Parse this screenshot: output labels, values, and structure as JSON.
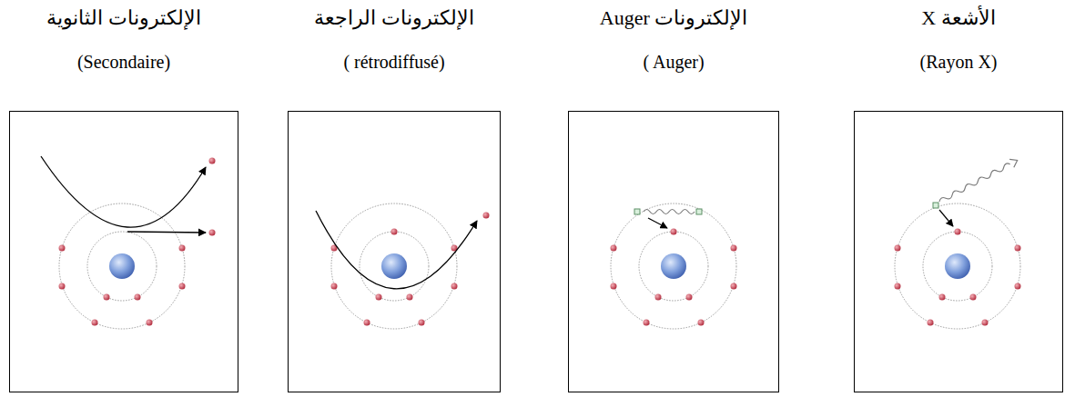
{
  "diagram": {
    "nodes": [
      {
        "text": [
          "الأشعة X",
          "(Rayon X)"
        ]
      },
      {
        "text": [
          "الإلكترونات Auger",
          "( Auger)"
        ]
      },
      {
        "text": [
          "الإلكترونات الراجعة",
          "( rétrodiffusé)"
        ]
      },
      {
        "text": [
          "الإلكترونات الثانوية",
          "(Secondaire)"
        ]
      }
    ]
  }
}
